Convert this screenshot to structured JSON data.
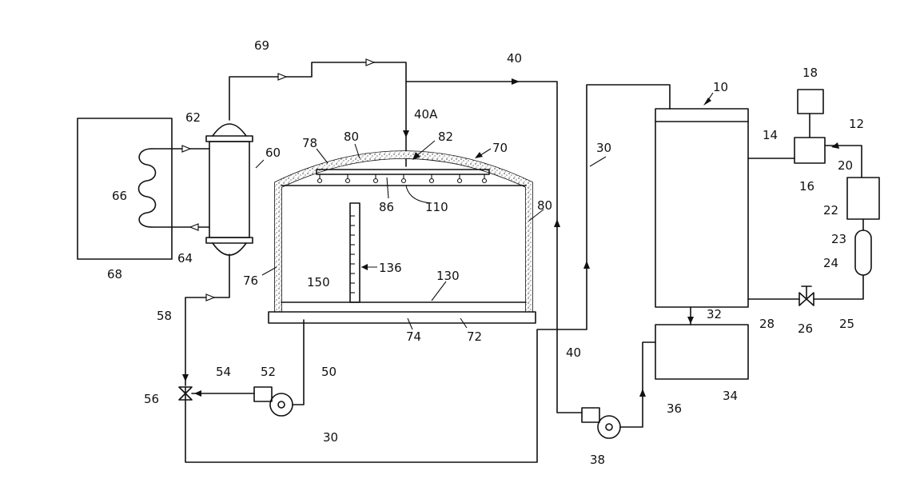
{
  "labels": {
    "l10": "10",
    "l12": "12",
    "l14": "14",
    "l16": "16",
    "l18": "18",
    "l20": "20",
    "l22": "22",
    "l23": "23",
    "l24": "24",
    "l25": "25",
    "l26": "26",
    "l28": "28",
    "l30a": "30",
    "l30b": "30",
    "l32": "32",
    "l34": "34",
    "l36": "36",
    "l38": "38",
    "l40a": "40",
    "l40b": "40",
    "l40A": "40A",
    "l50": "50",
    "l52": "52",
    "l54": "54",
    "l56": "56",
    "l58": "58",
    "l60": "60",
    "l62": "62",
    "l64": "64",
    "l66": "66",
    "l68": "68",
    "l69": "69",
    "l70": "70",
    "l72": "72",
    "l74": "74",
    "l76": "76",
    "l78": "78",
    "l80a": "80",
    "l80b": "80",
    "l82": "82",
    "l86": "86",
    "l110": "110",
    "l130": "130",
    "l136": "136",
    "l150": "150"
  }
}
